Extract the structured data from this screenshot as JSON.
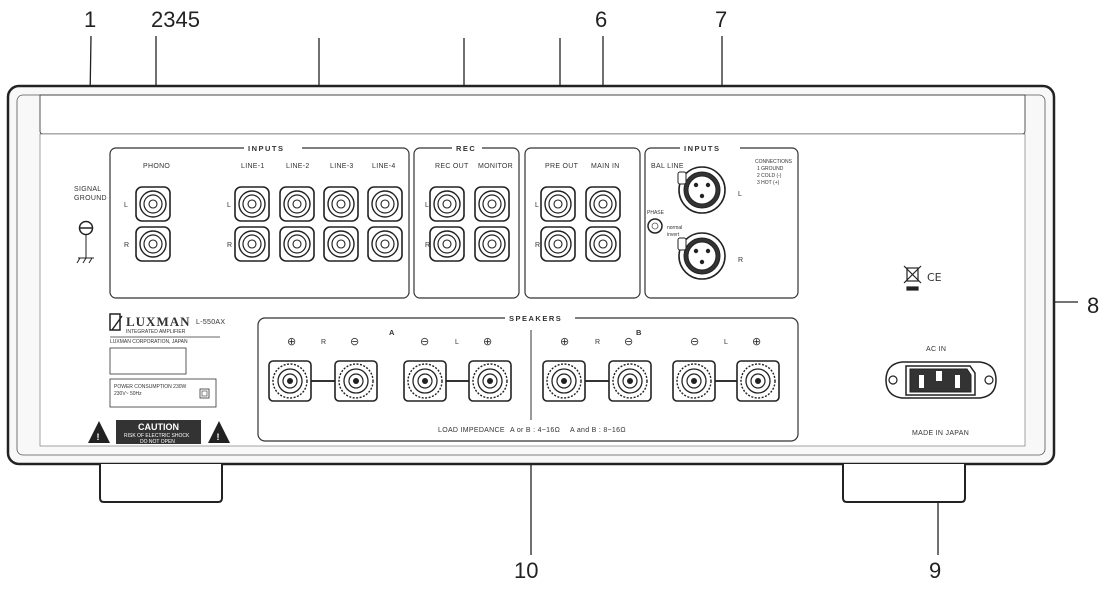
{
  "callouts": {
    "c1": "1",
    "c2345": "2345",
    "c6": "6",
    "c7": "7",
    "c8": "8",
    "c9": "9",
    "c10": "10"
  },
  "panel": {
    "signal_ground": [
      "SIGNAL",
      "GROUND"
    ],
    "phono": "PHONO",
    "inputs": "INPUTS",
    "line1": "LINE-1",
    "line2": "LINE-2",
    "line3": "LINE-3",
    "line4": "LINE-4",
    "rec": "REC",
    "rec_out": "REC OUT",
    "monitor": "MONITOR",
    "pre_out": "PRE OUT",
    "main_in": "MAIN IN",
    "inputs_bal": "INPUTS",
    "bal_line": "BAL LINE",
    "phase": "PHASE",
    "phase_opts": [
      "normal",
      "invert"
    ],
    "connections": [
      "CONNECTIONS",
      "1 GROUND",
      "2 COLD (-)",
      "3 HOT (+)"
    ],
    "ch_l": "L",
    "ch_r": "R",
    "brand": "LUXMAN",
    "model": "L-550AX",
    "integrated": "INTEGRATED AMPLIFIER",
    "corp": "LUXMAN CORPORATION, JAPAN",
    "power": [
      "POWER CONSUMPTION 230W",
      "230V~ 50Hz"
    ],
    "caution": "CAUTION",
    "caution_sub": [
      "RISK OF ELECTRIC SHOCK",
      "DO NOT OPEN"
    ],
    "speakers": "SPEAKERS",
    "spk_a": "A",
    "spk_b": "B",
    "load_impedance": "LOAD IMPEDANCE",
    "imp_a_or_b": "A or B : 4~16Ω",
    "imp_a_and_b": "A and B : 8~16Ω",
    "ce": "CE",
    "ac_in": "AC IN",
    "made_in": "MADE IN JAPAN"
  }
}
